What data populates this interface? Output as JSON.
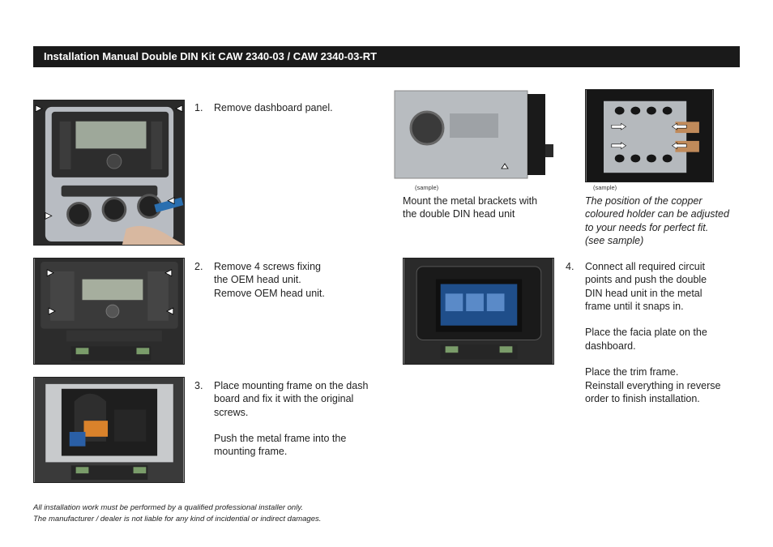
{
  "header": {
    "title": "Installation Manual Double DIN Kit CAW 2340-03 / CAW 2340-03-RT"
  },
  "steps": [
    {
      "number": "1.",
      "text": "Remove dashboard panel."
    },
    {
      "number": "2.",
      "text": "Remove 4 screws fixing\nthe OEM head unit.\nRemove OEM head unit."
    },
    {
      "number": "3.",
      "text": "Place mounting frame on the dash\nboard and fix it with the original\nscrews.\n\nPush the metal frame into the\nmounting frame."
    },
    {
      "number": "4.",
      "text": "Connect all required circuit\npoints and push the double\nDIN head unit in the metal\nframe until it snaps in.\n\nPlace the facia plate on the\ndashboard.\n\nPlace the trim frame.\nReinstall everything in reverse\norder to finish installation."
    }
  ],
  "brackets": {
    "sample_label": "(sample)",
    "caption": "Mount the metal brackets with\nthe double DIN head unit"
  },
  "holder": {
    "sample_label": "(sample)",
    "caption": "The position of the copper\ncoloured holder can be adjusted\nto your needs for perfect fit.\n(see sample)"
  },
  "footer": {
    "line1": "All installation work must be performed by a qualified professional installer only.",
    "line2": "The manufacturer / dealer is not liable for any kind of incidential or indirect damages."
  }
}
